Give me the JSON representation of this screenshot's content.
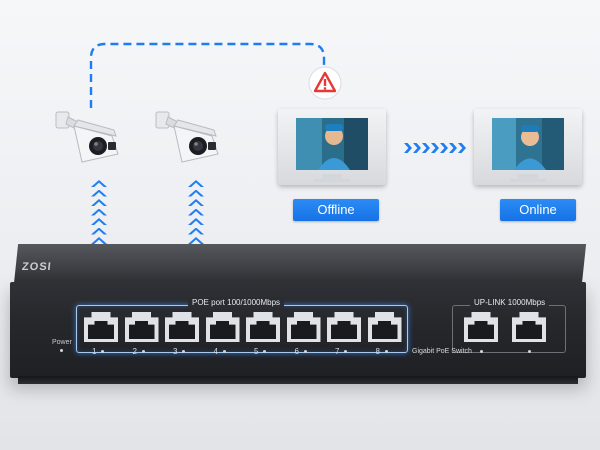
{
  "switch": {
    "brand": "ZOSI",
    "poe_label": "POE port 100/1000Mbps",
    "uplink_label": "UP-LINK 1000Mbps",
    "power_label": "Power",
    "model_label": "Gigabit PoE Switch",
    "poe_ports": [
      {
        "number": "1"
      },
      {
        "number": "2"
      },
      {
        "number": "3"
      },
      {
        "number": "4"
      },
      {
        "number": "5"
      },
      {
        "number": "6"
      },
      {
        "number": "7"
      },
      {
        "number": "8"
      }
    ],
    "uplink_ports": 2
  },
  "status": {
    "offline_label": "Offline",
    "online_label": "Online"
  },
  "icons": {
    "warning": "warning-triangle-icon",
    "camera": "security-camera-icon",
    "monitor": "monitor-icon",
    "arrow": "chevron-right-icon"
  },
  "colors": {
    "accent_blue": "#1e7ef0",
    "warning_red": "#e53935",
    "switch_body": "#26282c"
  }
}
